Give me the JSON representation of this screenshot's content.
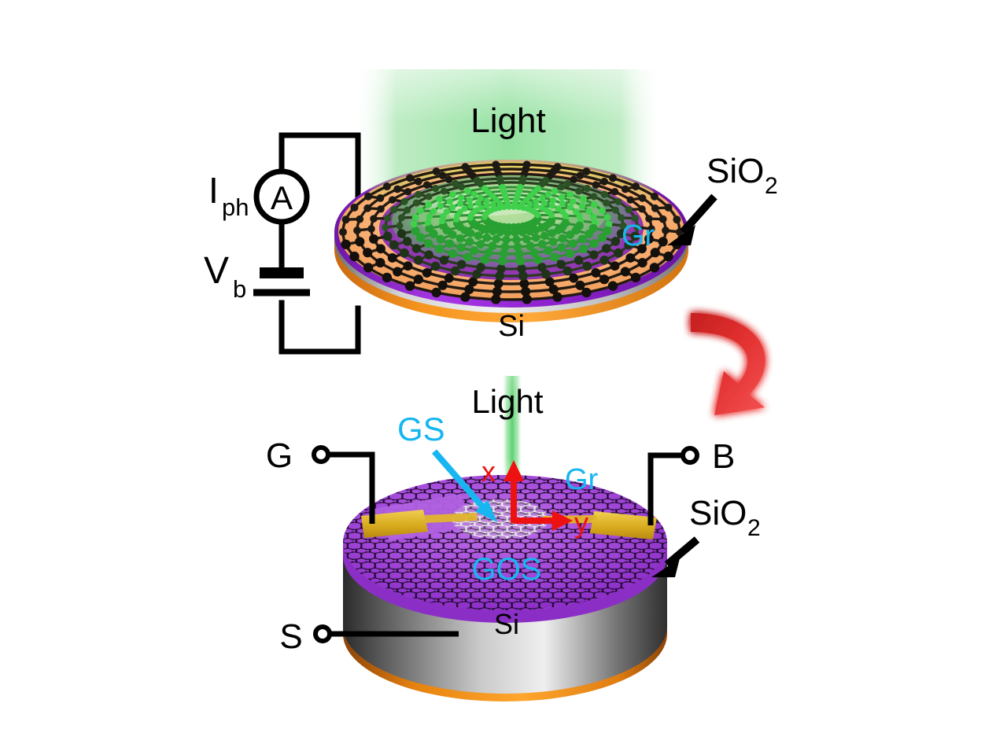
{
  "figure": {
    "title": "Graphene photodetector device schematic",
    "background": "#ffffff"
  },
  "colors": {
    "light_beam": "#90e39a",
    "graphene_cyan": "#17b6f0",
    "axis_red": "#ee1111",
    "rotation_arrow_red": "#ee3333",
    "sio2_purple": "#9b30d9",
    "silicon_gray": "#b4b4b4",
    "backside_orange": "#f08a1e",
    "gos_top_orange": "#f8b278",
    "gold_contact": "#d9a520",
    "wire_black": "#000000"
  },
  "top_panel": {
    "light_label": "Light",
    "current_label": {
      "base": "I",
      "sub": "ph"
    },
    "bias_label": {
      "base": "V",
      "sub": "b"
    },
    "ammeter_symbol": "A",
    "graphene_label": "Gr",
    "oxide_label": {
      "base": "SiO",
      "sub": "2"
    },
    "substrate_label": "Si"
  },
  "bottom_panel": {
    "light_label": "Light",
    "gate_terminal": "G",
    "bulk_terminal": "B",
    "source_terminal": "S",
    "graphene_seed_label": "GS",
    "graphene_label": "Gr",
    "graphene_oxide_label": "GOS",
    "oxide_label": {
      "base": "SiO",
      "sub": "2"
    },
    "substrate_label": "Si",
    "axis_x_label": "x",
    "axis_y_label": "y"
  },
  "rotation_arrow": {
    "name": "flip-rotation-arrow",
    "description": "curved red arrow indicating device flip"
  }
}
